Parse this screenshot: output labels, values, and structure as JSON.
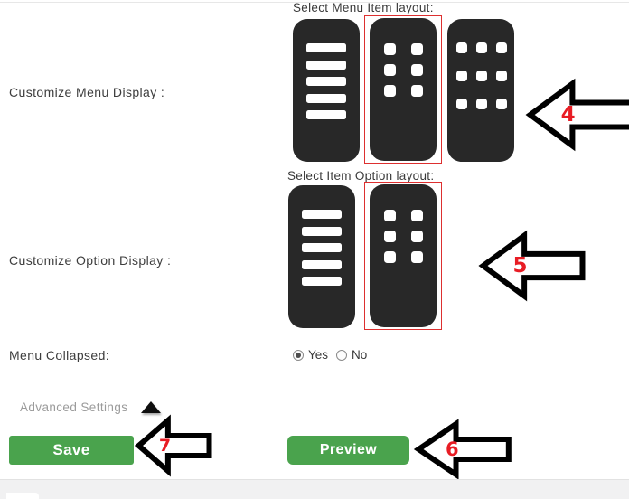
{
  "sections": {
    "menu_display": {
      "label": "Customize Menu Display :",
      "picker_title": "Select Menu Item layout:",
      "layouts": [
        {
          "icon": "list-layout-icon",
          "selected": false
        },
        {
          "icon": "grid-2-column-layout-icon",
          "selected": true
        },
        {
          "icon": "grid-3-column-layout-icon",
          "selected": false
        }
      ],
      "annotation": "4"
    },
    "option_display": {
      "label": "Customize Option Display :",
      "picker_title": "Select Item Option layout:",
      "layouts": [
        {
          "icon": "list-layout-icon",
          "selected": false
        },
        {
          "icon": "grid-2-column-layout-icon",
          "selected": true
        }
      ],
      "annotation": "5"
    },
    "menu_collapsed": {
      "label": "Menu Collapsed:",
      "yes_label": "Yes",
      "no_label": "No",
      "selected_value": "Yes"
    },
    "advanced": {
      "label": "Advanced Settings",
      "icon": "triangle-up-icon"
    }
  },
  "buttons": {
    "save": "Save",
    "preview": "Preview"
  },
  "annotations": {
    "preview_arrow": "6",
    "save_arrow": "7"
  },
  "colors": {
    "button_green": "#4aa34d",
    "selection_border_red": "#dd2f2f",
    "annotation_red": "#e81c24",
    "phone_icon_dark": "#282828",
    "label_text": "#3d3d3d",
    "muted_text": "#9b9b9b",
    "bottom_strip": "#f1f1f2"
  }
}
